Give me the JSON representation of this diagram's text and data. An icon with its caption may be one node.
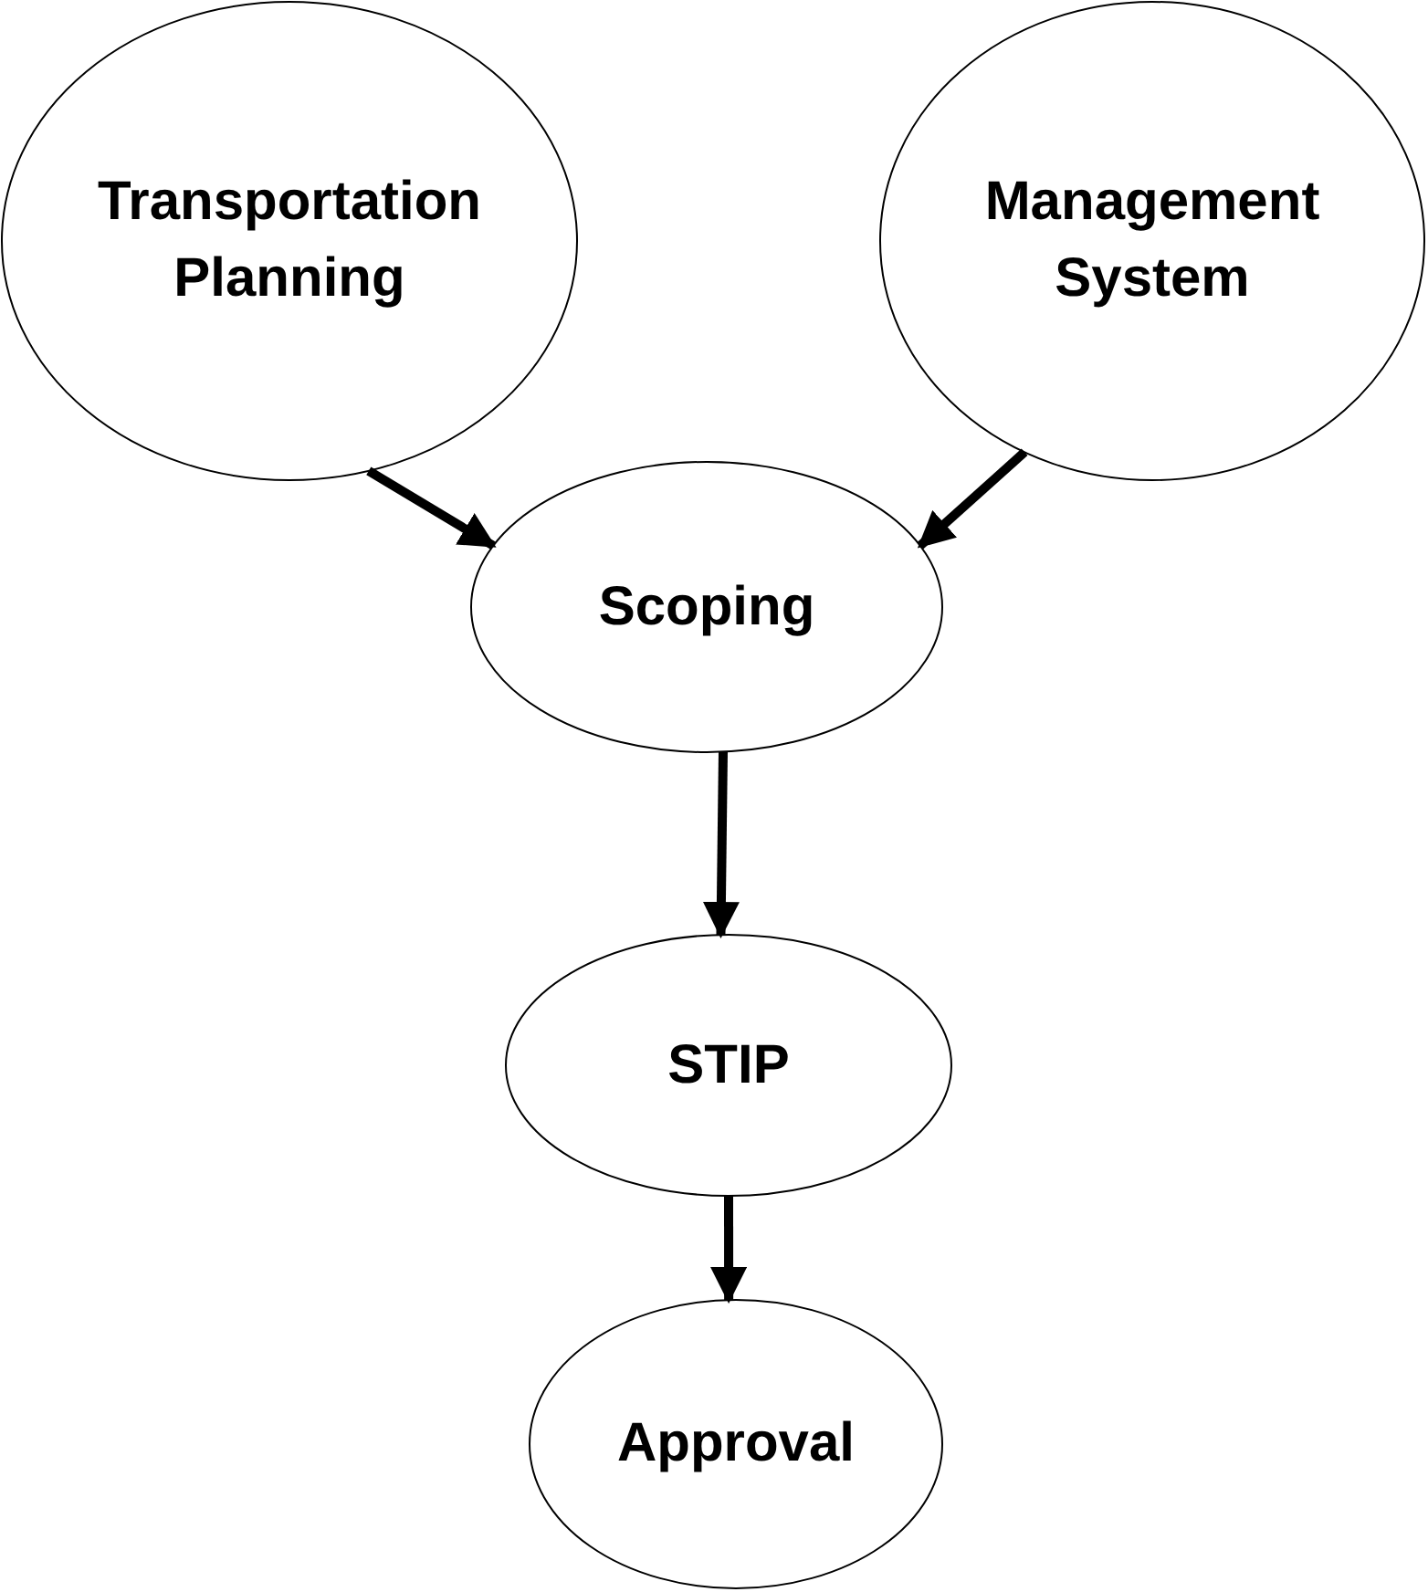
{
  "diagram": {
    "nodes": [
      {
        "text": [
          "Transportation Planning"
        ]
      },
      {
        "text": [
          "Management System"
        ]
      },
      {
        "text": [
          "Scoping"
        ]
      },
      {
        "text": [
          "STIP"
        ]
      },
      {
        "text": [
          "Approval"
        ]
      }
    ],
    "edges": [
      {
        "from": 0,
        "to": 2,
        "arrow": "to"
      },
      {
        "from": 1,
        "to": 2,
        "arrow": "to"
      },
      {
        "from": 2,
        "to": 3,
        "arrow": "to"
      },
      {
        "from": 3,
        "to": 4,
        "arrow": "to"
      }
    ]
  }
}
